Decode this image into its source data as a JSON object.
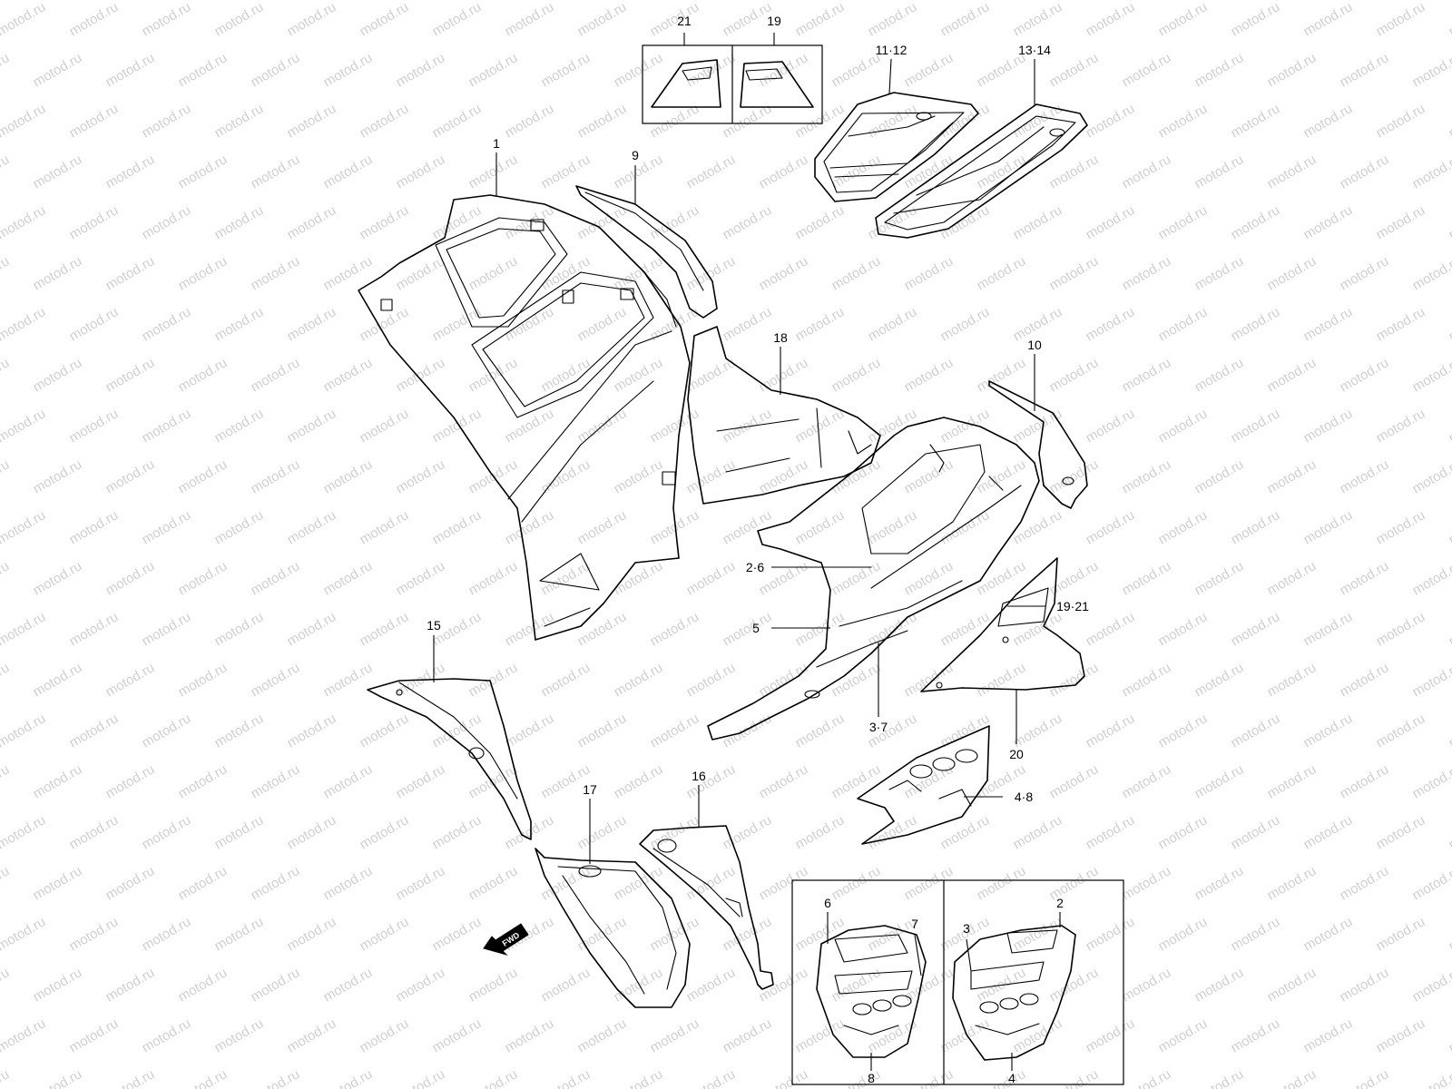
{
  "watermark": "motod.ru",
  "fwd_label": "FWD",
  "callouts": {
    "c1": "1",
    "c2_6": "2·6",
    "c3_7": "3·7",
    "c4_8": "4·8",
    "c5": "5",
    "c9": "9",
    "c10": "10",
    "c11_12": "11·12",
    "c13_14": "13·14",
    "c15": "15",
    "c16": "16",
    "c17": "17",
    "c18": "18",
    "c19": "19",
    "c19_21": "19·21",
    "c20": "20",
    "c21": "21",
    "inset_6": "6",
    "inset_7": "7",
    "inset_8": "8",
    "inset_3": "3",
    "inset_2": "2",
    "inset_4": "4"
  }
}
